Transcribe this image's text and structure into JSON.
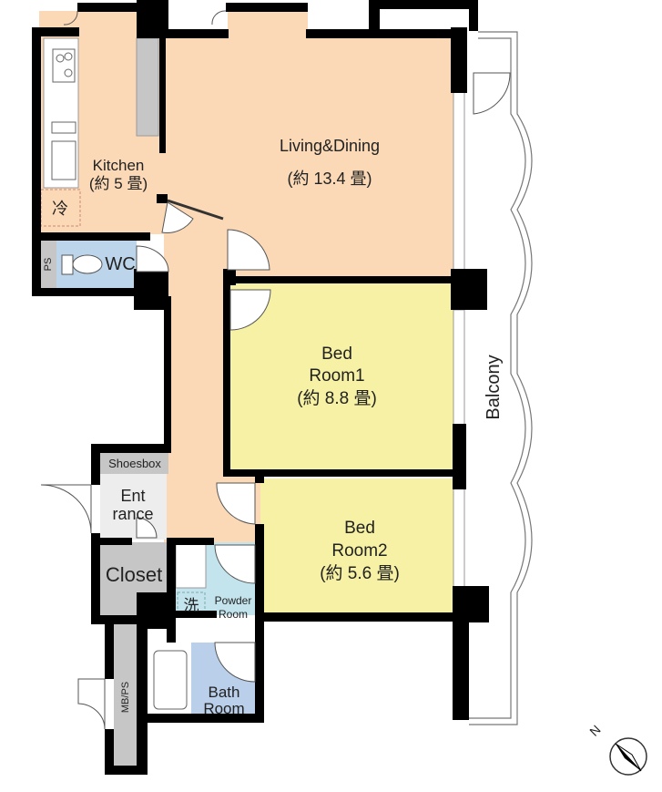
{
  "rooms": {
    "living": {
      "name": "Living&Dining",
      "size": "(約 13.4 畳)"
    },
    "kitchen": {
      "name": "Kitchen",
      "size": "(約 5 畳)",
      "fridge": "冷"
    },
    "bed1": {
      "name_1": "Bed",
      "name_2": "Room1",
      "size": "(約 8.8 畳)"
    },
    "bed2": {
      "name_1": "Bed",
      "name_2": "Room2",
      "size": "(約 5.6 畳)"
    },
    "wc": {
      "name": "WC"
    },
    "ps": {
      "name": "PS"
    },
    "shoesbox": {
      "name": "Shoesbox"
    },
    "entrance": {
      "name_1": "Ent",
      "name_2": "rance"
    },
    "closet": {
      "name": "Closet"
    },
    "powder": {
      "name_1": "Powder",
      "name_2": "Room",
      "washer": "洗"
    },
    "bath": {
      "name_1": "Bath",
      "name_2": "Room"
    },
    "mbps": {
      "name": "MB/PS"
    },
    "balcony": {
      "name": "Balcony"
    }
  },
  "compass": {
    "label": "N"
  },
  "colors": {
    "floor": "#fbd9b7",
    "bedroom": "#f6f1a4",
    "wc": "#bdd5ea",
    "powder": "#c3e4ec",
    "bath": "#b9cfea",
    "storage": "#c6c6c6",
    "entrance": "#ededed",
    "wall": "#000000"
  }
}
